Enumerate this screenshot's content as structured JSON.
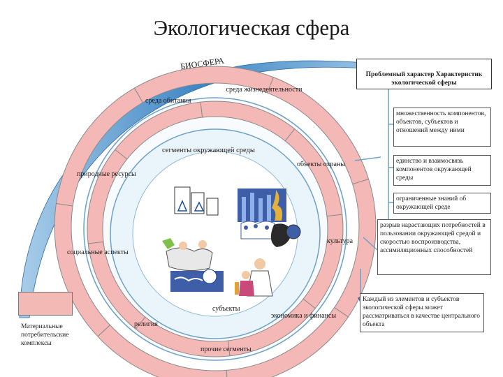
{
  "title": "Экологическая сфера",
  "biosphere_label": "БИОСФЕРА",
  "ring_labels": {
    "habitat": "среда обитания",
    "life_environment": "среда жизнедеятельности",
    "environment_segments": "сегменты окружающей среды",
    "protected_objects": "объекты охраны",
    "natural_resources": "природные ресурсы",
    "culture": "культура",
    "social_aspects": "социальные аспекты",
    "subjects": "субъекты",
    "economy_finance": "экономика и финансы",
    "religion": "религия",
    "other_segments": "прочие сегменты"
  },
  "material_complexes": "Материальные потребительские комплексы",
  "problem_header": "Проблемный характер Характеристик экологической сферы",
  "characteristics": [
    "множественность компонентов, объектов, субъектов и отношений между ними",
    "единство и взаимосвязь компонентов окружающей среды",
    "ограниченные знаний об окружающей среде",
    "разрыв нарастающих потребностей в пользовании окружающей средой и скоростью воспроизводства, ассимиляционных способностей"
  ],
  "conclusion": "Каждый из элементов и субъектов экологической сферы может рассматриваться в качестве центрального объекта",
  "colors": {
    "ring_fill": "#f4b8b6",
    "biosphere_arc": "#3f86c4",
    "inner_circle": "#eaf5fb",
    "connector": "#6fa0c8"
  },
  "icons": [
    "buildings-icon",
    "city-skyline-icon",
    "people-meeting-icon",
    "globe-handshake-icon",
    "scientists-icon",
    "doctor-family-icon"
  ]
}
